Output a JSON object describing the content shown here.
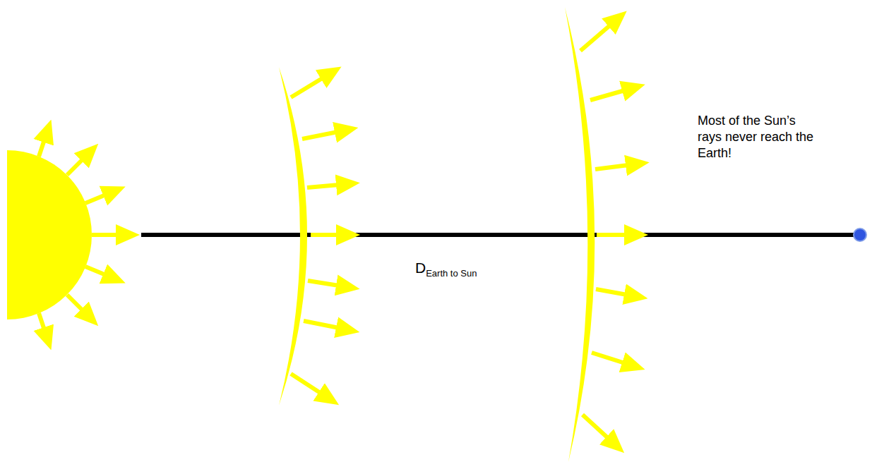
{
  "diagram": {
    "labels": [
      "D",
      "Earth to Sun",
      "Most of the Sun’s rays never reach the Earth!"
    ]
  }
}
